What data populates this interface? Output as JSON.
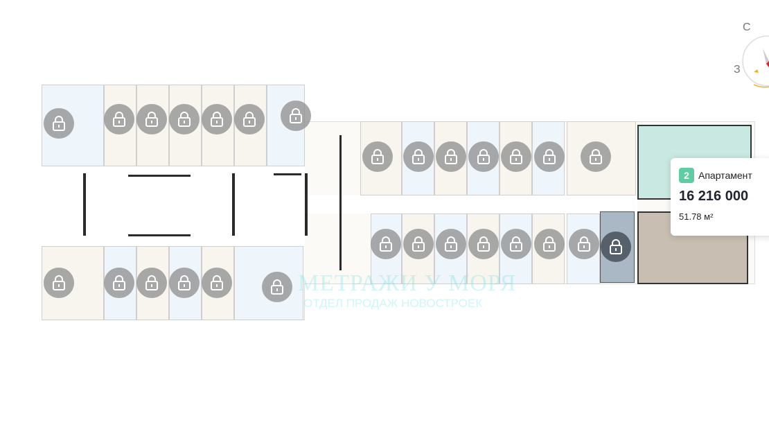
{
  "tooltip": {
    "rooms": "2",
    "type": "Апартамент",
    "price": "16 216 000",
    "area": "51.78 м²"
  },
  "compass": {
    "north": "С",
    "west": "З"
  },
  "watermark": {
    "title": "МЕТРАЖИ У МОРЯ",
    "subtitle": "ОТДЕЛ ПРОДАЖ НОВОСТРОЕК"
  },
  "colors": {
    "selected_unit": "#c9e8e2",
    "available_unit": "#c8bfb2",
    "badge": "#5fcca3",
    "lock": "#8c8c8c"
  }
}
